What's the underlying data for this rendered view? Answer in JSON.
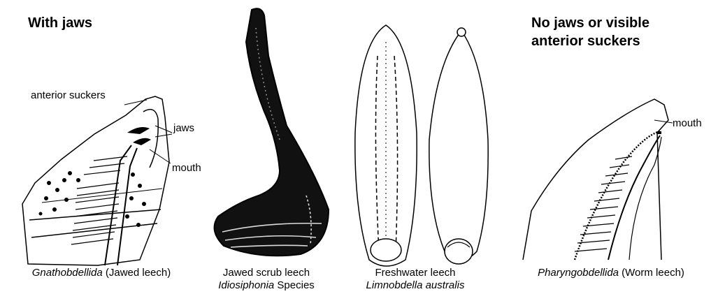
{
  "headings": {
    "left": "With jaws",
    "right_line1": "No jaws or visible",
    "right_line2": "anterior suckers"
  },
  "labels": {
    "anterior_suckers": "anterior suckers",
    "jaws": "jaws",
    "mouth_left": "mouth",
    "mouth_right": "mouth"
  },
  "captions": {
    "gnatho_italic": "Gnathobdellida",
    "gnatho_rest": " (Jawed leech)",
    "scrub_line1": "Jawed scrub leech",
    "scrub_italic": "Idiosiphonia",
    "scrub_rest": " Species",
    "fresh_line1": "Freshwater leech",
    "fresh_italic": "Limnobdella australis",
    "pharyn_italic": "Pharyngobdellida",
    "pharyn_rest": " (Worm leech)"
  }
}
